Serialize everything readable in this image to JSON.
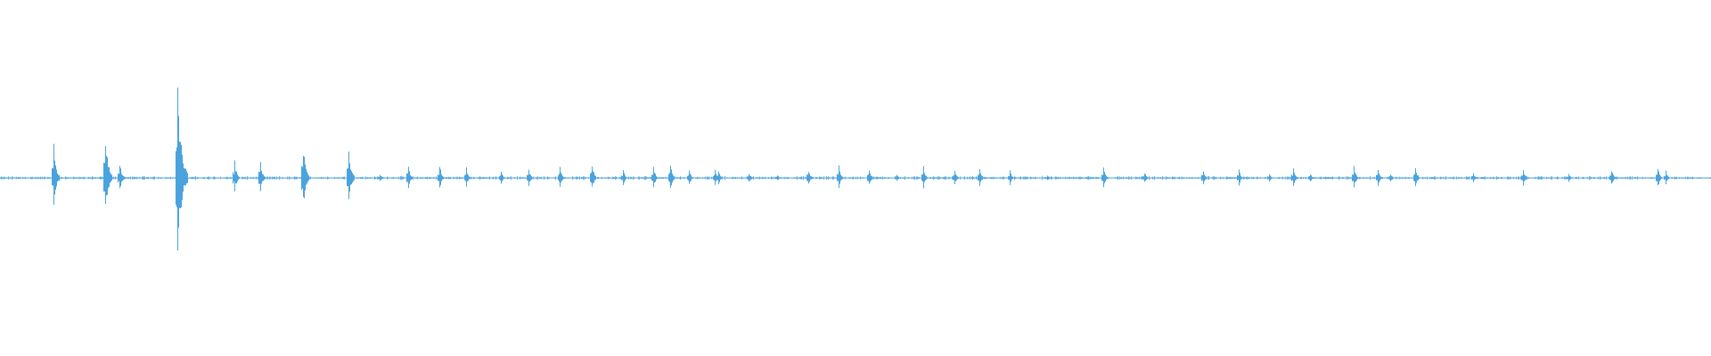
{
  "waveform": {
    "color": "#4aa3df",
    "background": "#ffffff",
    "duration_units": 1920,
    "amplitude_range": [
      -1,
      1
    ],
    "transients": [
      {
        "t": 60,
        "amp": 0.38
      },
      {
        "t": 118,
        "amp": 0.55
      },
      {
        "t": 134,
        "amp": 0.2
      },
      {
        "t": 199,
        "amp": 1.0
      },
      {
        "t": 263,
        "amp": 0.2
      },
      {
        "t": 292,
        "amp": 0.2
      },
      {
        "t": 340,
        "amp": 0.4
      },
      {
        "t": 391,
        "amp": 0.34
      },
      {
        "t": 426,
        "amp": 0.05
      },
      {
        "t": 458,
        "amp": 0.15
      },
      {
        "t": 493,
        "amp": 0.16
      },
      {
        "t": 523,
        "amp": 0.12
      },
      {
        "t": 562,
        "amp": 0.08
      },
      {
        "t": 593,
        "amp": 0.11
      },
      {
        "t": 628,
        "amp": 0.13
      },
      {
        "t": 664,
        "amp": 0.18
      },
      {
        "t": 699,
        "amp": 0.1
      },
      {
        "t": 733,
        "amp": 0.14
      },
      {
        "t": 752,
        "amp": 0.17
      },
      {
        "t": 773,
        "amp": 0.1
      },
      {
        "t": 802,
        "amp": 0.09
      },
      {
        "t": 806,
        "amp": 0.08
      },
      {
        "t": 840,
        "amp": 0.07
      },
      {
        "t": 872,
        "amp": 0.04
      },
      {
        "t": 907,
        "amp": 0.11
      },
      {
        "t": 941,
        "amp": 0.14
      },
      {
        "t": 975,
        "amp": 0.12
      },
      {
        "t": 1006,
        "amp": 0.05
      },
      {
        "t": 1036,
        "amp": 0.13
      },
      {
        "t": 1071,
        "amp": 0.1
      },
      {
        "t": 1099,
        "amp": 0.12
      },
      {
        "t": 1133,
        "amp": 0.09
      },
      {
        "t": 1175,
        "amp": 0.04
      },
      {
        "t": 1238,
        "amp": 0.13
      },
      {
        "t": 1284,
        "amp": 0.07
      },
      {
        "t": 1350,
        "amp": 0.1
      },
      {
        "t": 1390,
        "amp": 0.1
      },
      {
        "t": 1424,
        "amp": 0.06
      },
      {
        "t": 1451,
        "amp": 0.12
      },
      {
        "t": 1470,
        "amp": 0.06
      },
      {
        "t": 1519,
        "amp": 0.14
      },
      {
        "t": 1546,
        "amp": 0.12
      },
      {
        "t": 1560,
        "amp": 0.05
      },
      {
        "t": 1588,
        "amp": 0.14
      },
      {
        "t": 1653,
        "amp": 0.06
      },
      {
        "t": 1709,
        "amp": 0.1
      },
      {
        "t": 1760,
        "amp": 0.05
      },
      {
        "t": 1808,
        "amp": 0.12
      },
      {
        "t": 1860,
        "amp": 0.13
      },
      {
        "t": 1869,
        "amp": 0.08
      }
    ]
  }
}
